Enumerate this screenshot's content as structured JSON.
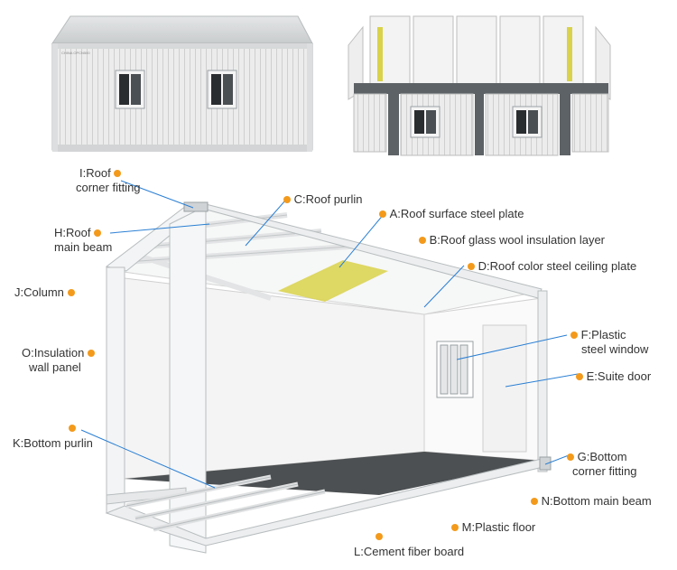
{
  "labels": {
    "I": "I:Roof",
    "I2": "corner fitting",
    "C": "C:Roof purlin",
    "A": "A:Roof surface steel plate",
    "H": "H:Roof",
    "H2": "main beam",
    "B": "B:Roof glass wool insulation layer",
    "D": "D:Roof color steel ceiling plate",
    "J": "J:Column",
    "F": "F:Plastic",
    "F2": "steel window",
    "O": "O:Insulation",
    "O2": "wall panel",
    "E": "E:Suite door",
    "K": "K:Bottom purlin",
    "G": "G:Bottom",
    "G2": "corner fitting",
    "N": "N:Bottom main beam",
    "M": "M:Plastic floor",
    "L": "L:Cement fiber board"
  },
  "container_marking": "CHINA OPCN500",
  "colors": {
    "accent": "#f39a1c",
    "leader": "#2a7fd4",
    "frame": "#f2f4f5",
    "wall": "#f7f7f7",
    "floor": "#4d5052",
    "insulation": "#d9d24a"
  }
}
